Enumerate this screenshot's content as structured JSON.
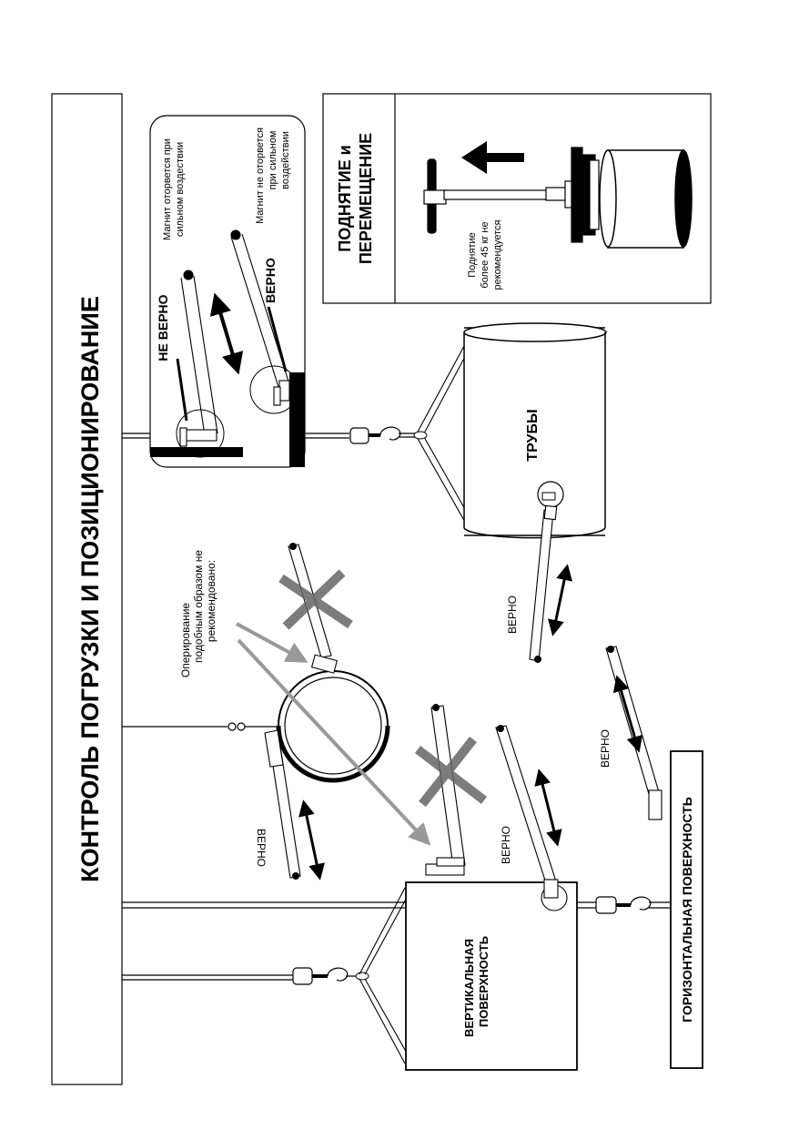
{
  "title": "КОНТРОЛЬ ПОГРУЗКИ И ПОЗИЦИОНИРОВАНИЕ",
  "lifting": {
    "heading_line1": "ПОДНЯТИЕ и",
    "heading_line2": "ПЕРЕМЕЩЕНИЕ",
    "note_line1": "Поднятие",
    "note_line2": "более 45 кг не",
    "note_line3": "рекомендуется"
  },
  "magnet_panel": {
    "note_detach_line1": "Магнит оторвется при",
    "note_detach_line2": "сильном воздествии",
    "note_hold_line1": "Магнит не оторвется",
    "note_hold_line2": "при сильном",
    "note_hold_line3": "воздействии",
    "wrong_label": "НЕ ВЕРНО",
    "right_label": "ВЕРНО"
  },
  "pipes_label": "ТРУБЫ",
  "not_recommended_line1": "Оперирование",
  "not_recommended_line2": "подобным образом не",
  "not_recommended_line3": "рекомендовано:",
  "correct_label": "ВЕРНО",
  "vertical_surface_line1": "ВЕРТИКАЛЬНАЯ",
  "vertical_surface_line2": "ПОВЕРХНОСТЬ",
  "horizontal_surface": "ГОРИЗОНТАЛЬНАЯ ПОВЕРХНОСТЬ"
}
